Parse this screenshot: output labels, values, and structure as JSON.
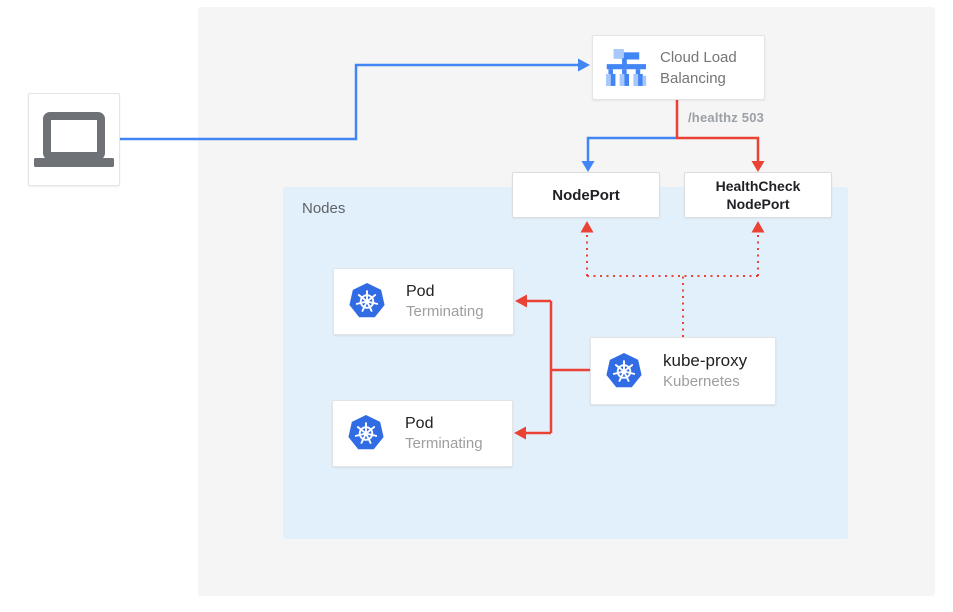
{
  "colors": {
    "blue": "#4285F4",
    "red": "#EA4335",
    "kubernetes_blue": "#326CE5",
    "lb_icon_light": "#A8C7FA",
    "nodes_bg": "#E2F0FC",
    "panel_bg": "#F5F5F5",
    "text_dark": "#212121",
    "text_gray": "#9E9E9E",
    "laptop_gray": "#6E7277"
  },
  "icons": {
    "client": "laptop-icon",
    "load_balancer": "cloud-load-balancing-icon",
    "kubernetes": "kubernetes-icon"
  },
  "load_balancer": {
    "label": "Cloud Load Balancing"
  },
  "health_check_path": "/healthz 503",
  "node_port": {
    "label": "NodePort"
  },
  "health_check_node_port": {
    "line1": "HealthCheck",
    "line2": "NodePort"
  },
  "nodes_group": {
    "label": "Nodes"
  },
  "kube_proxy": {
    "title": "kube-proxy",
    "subtitle": "Kubernetes"
  },
  "pods": [
    {
      "title": "Pod",
      "status": "Terminating"
    },
    {
      "title": "Pod",
      "status": "Terminating"
    }
  ]
}
